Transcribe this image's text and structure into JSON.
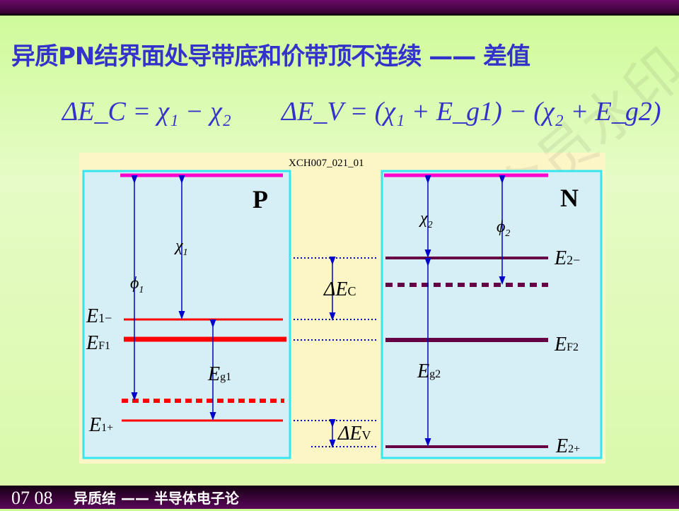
{
  "title": "异质PN结界面处导带底和价带顶不连续 —— 差值",
  "formulas": {
    "dEc": "ΔE_C = χ₁ − χ₂",
    "dEv": "ΔE_V = (χ₁ + E_g1) − (χ₂ + E_g2)"
  },
  "diagram": {
    "figure_id": "XCH007_021_01",
    "p_label": "P",
    "n_label": "N",
    "chi1": "χ",
    "chi1_sub": "1",
    "phi1": "ϕ",
    "phi1_sub": "1",
    "chi2": "χ",
    "chi2_sub": "2",
    "phi2": "ϕ",
    "phi2_sub": "2",
    "e1m": "E",
    "e1m_sub": "1−",
    "ef1": "E",
    "ef1_sub": "F1",
    "eg1": "E",
    "eg1_sub": "g1",
    "e1p": "E",
    "e1p_sub": "1+",
    "e2m": "E",
    "e2m_sub": "2−",
    "ef2": "E",
    "ef2_sub": "F2",
    "eg2": "E",
    "eg2_sub": "g2",
    "e2p": "E",
    "e2p_sub": "2+",
    "dec": "ΔE",
    "dec_sub": "C",
    "dev": "ΔE",
    "dev_sub": "V",
    "watermark": "非会员水印"
  },
  "footer": {
    "number": "07 08",
    "text": "异质结 —— 半导体电子论"
  },
  "colors": {
    "title": "#3333cc",
    "p_band": "#ff0000",
    "n_band": "#660044",
    "vacuum": "#ff00cc",
    "arrow": "#0000cc"
  }
}
